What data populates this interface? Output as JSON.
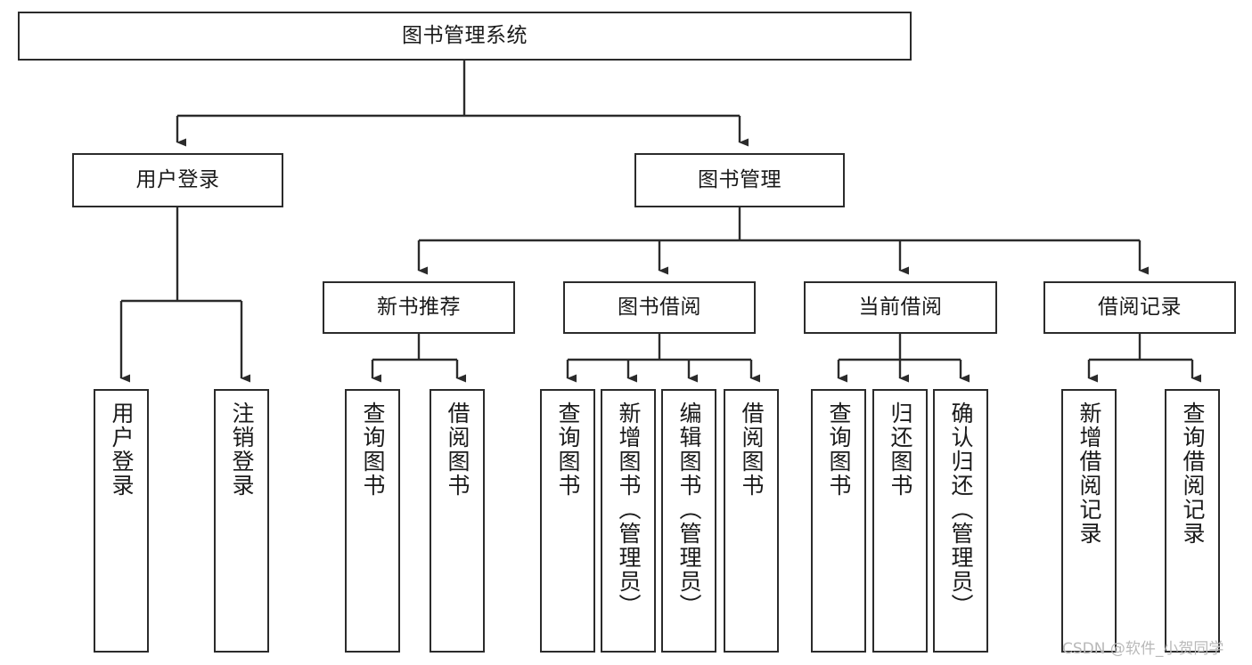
{
  "diagram": {
    "title": "图书管理系统",
    "type": "tree",
    "colors": {
      "box_border": "#2b2b2b",
      "box_fill": "#ffffff",
      "edge": "#2b2b2b",
      "text": "#1a1a1a",
      "watermark": "#b9b9b9",
      "background": "#ffffff"
    },
    "nodes": {
      "root": {
        "label": "图书管理系统"
      },
      "level2": [
        {
          "id": "user-login",
          "label": "用户登录"
        },
        {
          "id": "book-manage",
          "label": "图书管理"
        }
      ],
      "level3": [
        {
          "id": "new-book-recommend",
          "label": "新书推荐"
        },
        {
          "id": "book-borrow",
          "label": "图书借阅"
        },
        {
          "id": "current-borrow",
          "label": "当前借阅"
        },
        {
          "id": "borrow-record",
          "label": "借阅记录"
        }
      ],
      "leaves": {
        "user-login": [
          {
            "id": "leaf-user-login",
            "label": "用户登录"
          },
          {
            "id": "leaf-user-logout",
            "label": "注销登录"
          }
        ],
        "new-book-recommend": [
          {
            "id": "leaf-query-book-1",
            "label": "查询图书"
          },
          {
            "id": "leaf-borrow-book-1",
            "label": "借阅图书"
          }
        ],
        "book-borrow": [
          {
            "id": "leaf-query-book-2",
            "label": "查询图书"
          },
          {
            "id": "leaf-add-book",
            "label": "新增图书（管理员）"
          },
          {
            "id": "leaf-edit-book",
            "label": "编辑图书（管理员）"
          },
          {
            "id": "leaf-borrow-book-2",
            "label": "借阅图书"
          }
        ],
        "current-borrow": [
          {
            "id": "leaf-query-book-3",
            "label": "查询图书"
          },
          {
            "id": "leaf-return-book",
            "label": "归还图书"
          },
          {
            "id": "leaf-confirm-return",
            "label": "确认归还（管理员）"
          }
        ],
        "borrow-record": [
          {
            "id": "leaf-add-record",
            "label": "新增借阅记录"
          },
          {
            "id": "leaf-query-record",
            "label": "查询借阅记录"
          }
        ]
      }
    },
    "watermark": "CSDN @软件_小贺同学"
  }
}
